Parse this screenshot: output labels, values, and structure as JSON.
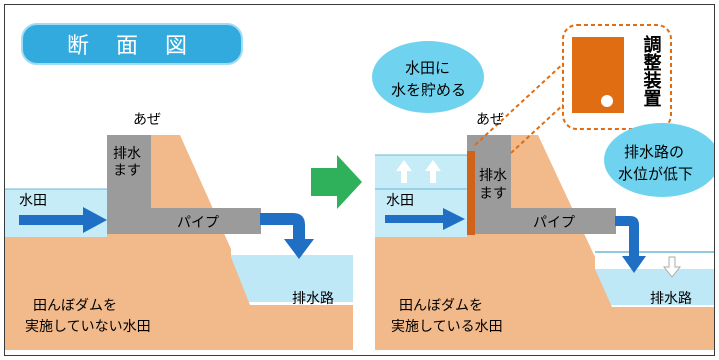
{
  "title": "断 面 図",
  "left": {
    "aze": "あぜ",
    "masu_line1": "排水",
    "masu_line2": "ます",
    "suiden": "水田",
    "pipe": "パイプ",
    "channel": "排水路",
    "caption_line1": "田んぼダムを",
    "caption_line2": "実施していない水田"
  },
  "right": {
    "aze": "あぜ",
    "masu_line1": "排水",
    "masu_line2": "ます",
    "suiden": "水田",
    "pipe": "パイプ",
    "channel": "排水路",
    "caption_line1": "田んぼダムを",
    "caption_line2": "実施している水田",
    "bubble_store_line1": "水田に",
    "bubble_store_line2": "水を貯める",
    "bubble_level_line1": "排水路の",
    "bubble_level_line2": "水位が低下",
    "device_label": "調整装置"
  },
  "colors": {
    "soil": "#f2b98a",
    "paddy_water": "#c6ecf8",
    "channel_water": "#bfe8f6",
    "concrete": "#9b9b9b",
    "arrow_blue": "#1f6fc4",
    "green_arrow": "#2fb05a",
    "device_orange": "#e06d12",
    "bubble": "#6fd3ef",
    "title_bg": "#33aadd"
  }
}
